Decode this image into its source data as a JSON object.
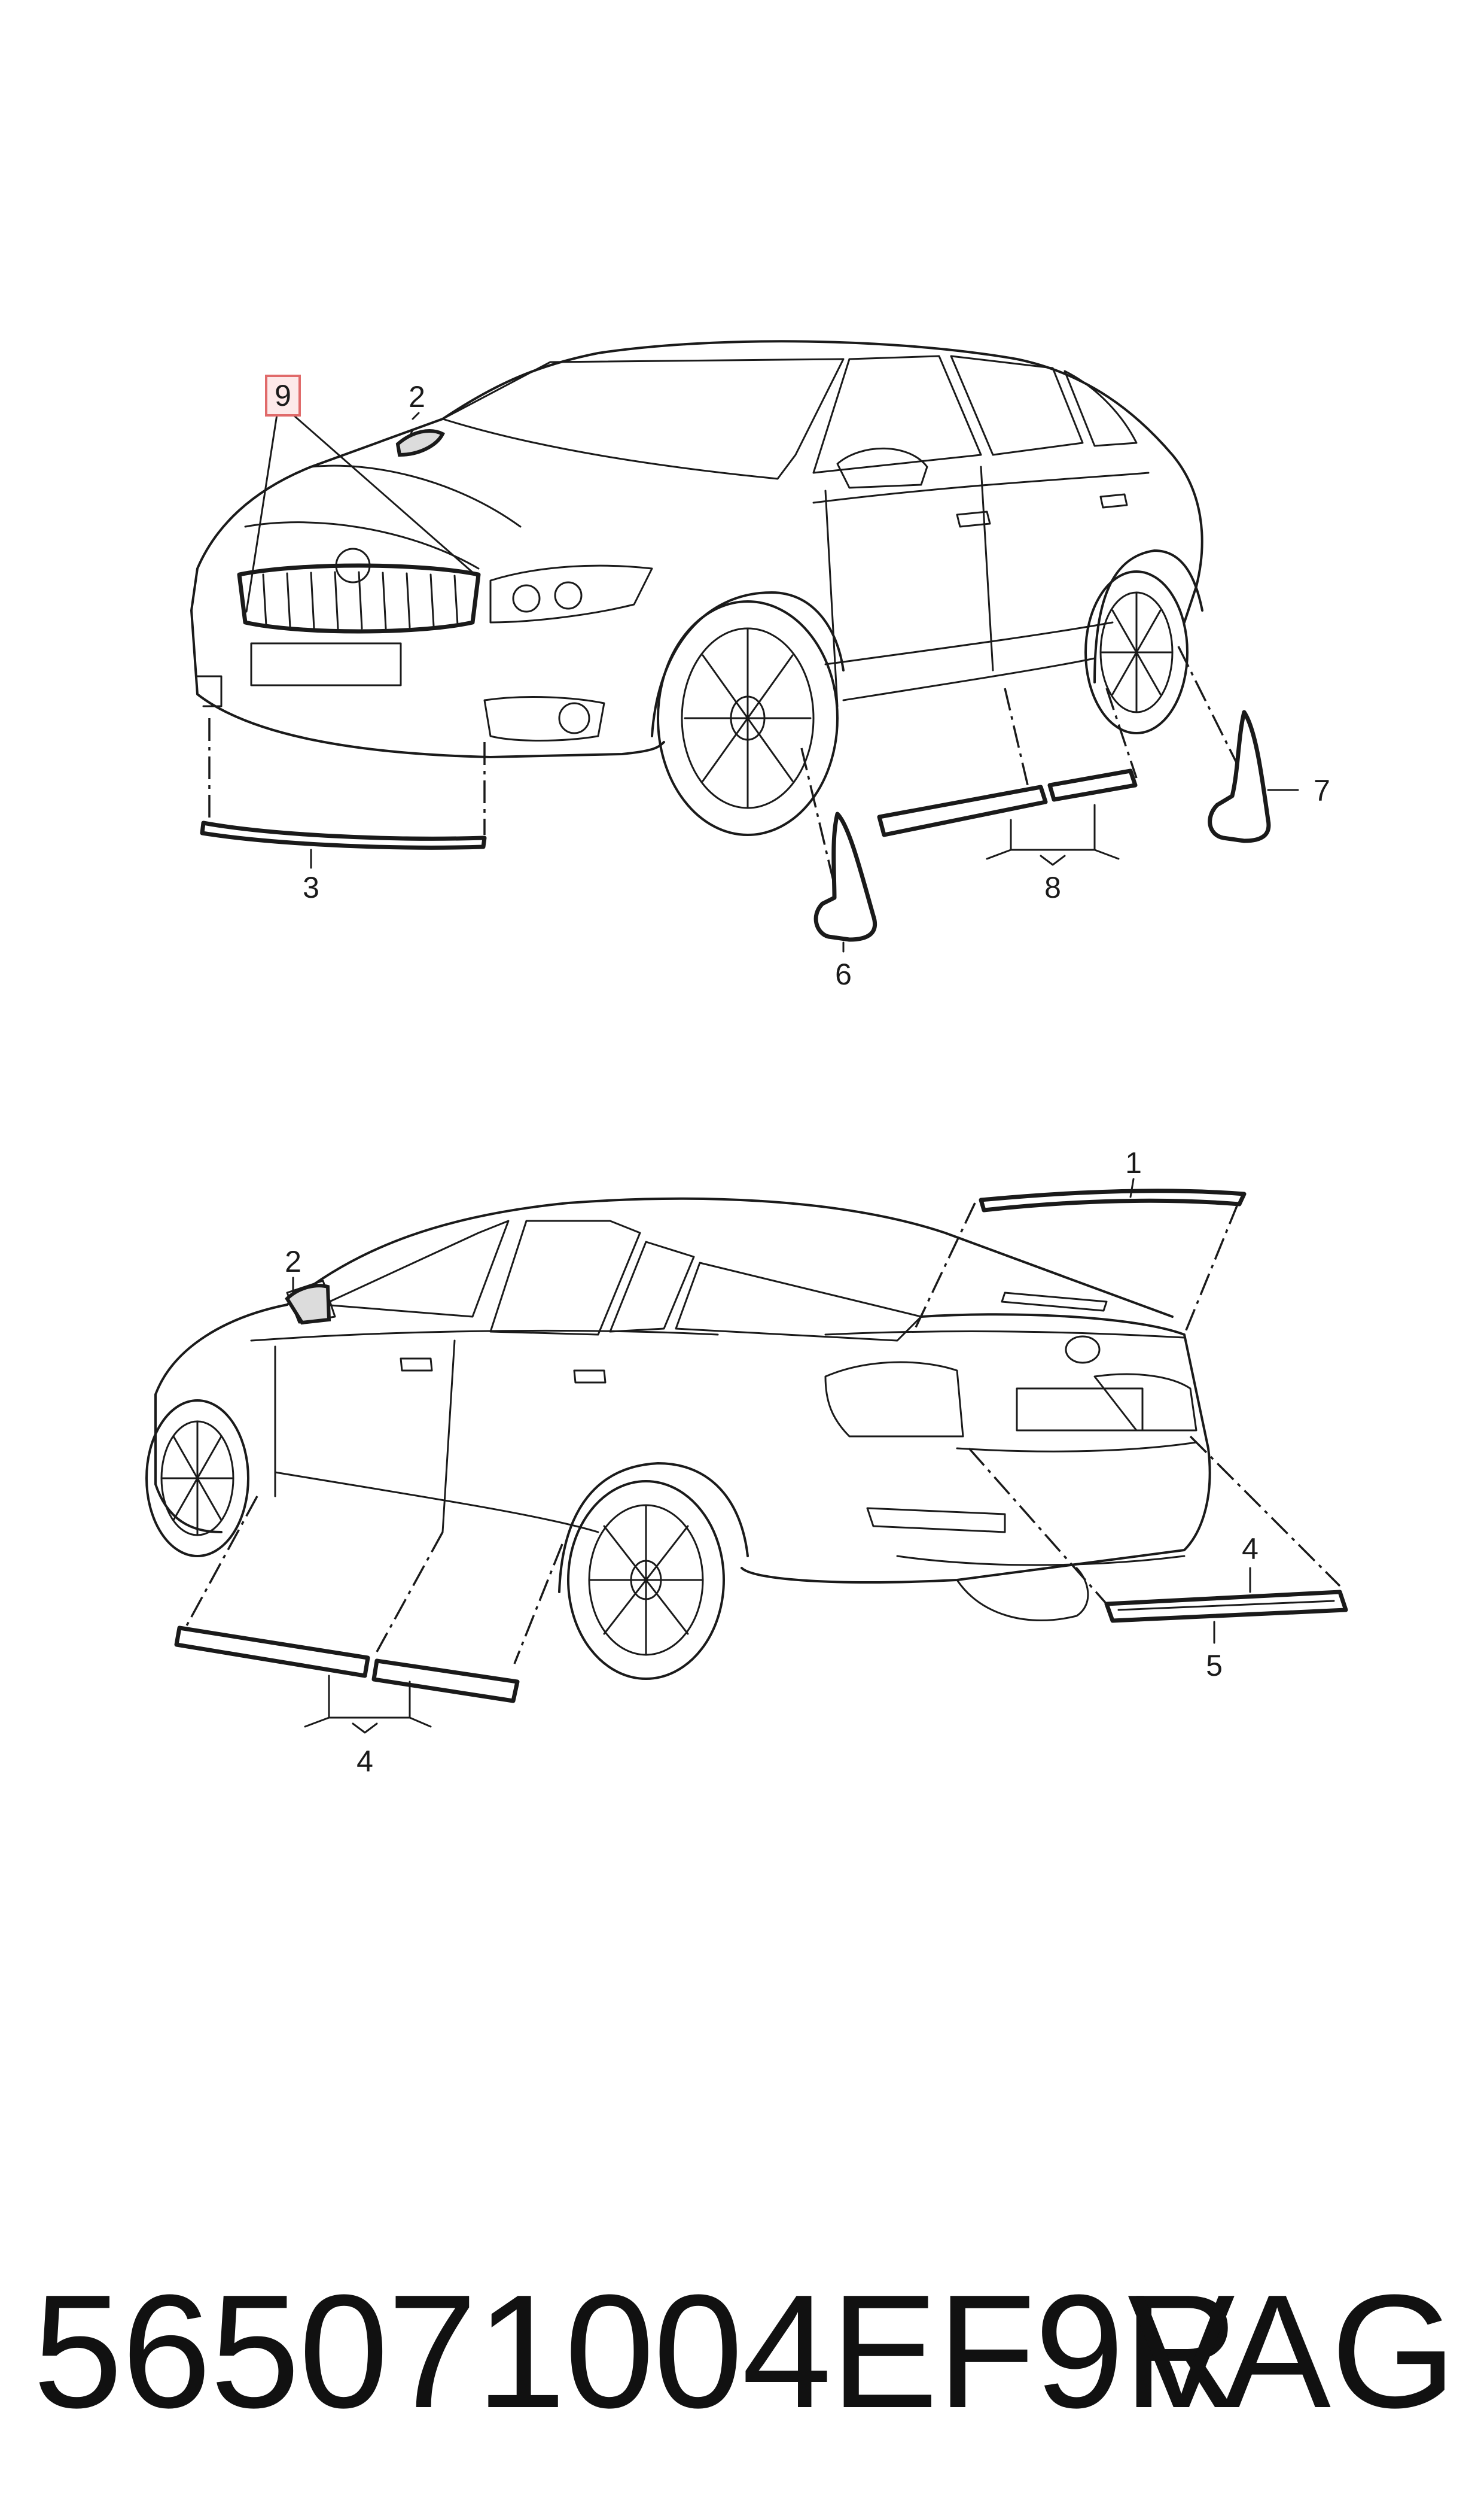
{
  "diagram": {
    "callouts": {
      "c1": "1",
      "c2_front": "2",
      "c2_rear": "2",
      "c3": "3",
      "c4_sill": "4",
      "c4_rear": "4",
      "c5": "5",
      "c6": "6",
      "c7": "7",
      "c8": "8",
      "c9": "9"
    },
    "highlight_color": "#e06a6a"
  },
  "footer": {
    "part_number": "565071004EF9R",
    "brand": "VAG"
  }
}
